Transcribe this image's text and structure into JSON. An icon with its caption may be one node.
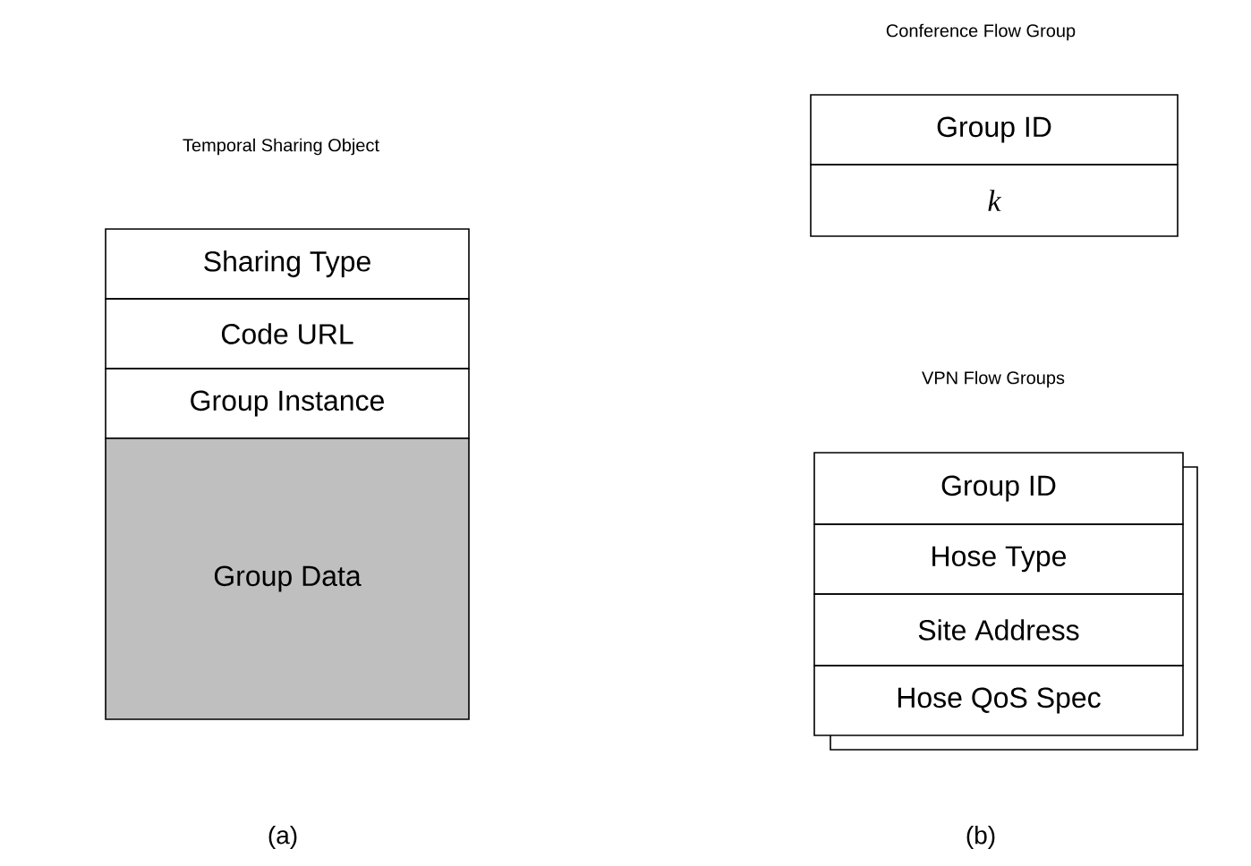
{
  "diagram": {
    "nodes": [
      {
        "text": [
          "Sharing Type"
        ]
      },
      {
        "text": [
          "Code URL"
        ]
      },
      {
        "text": [
          "Group Instance"
        ]
      },
      {
        "text": [
          "Group Data"
        ]
      },
      {
        "text": [
          "Group ID"
        ]
      },
      {
        "text": [
          "k"
        ]
      },
      {
        "text": [
          "Group ID"
        ]
      },
      {
        "text": [
          "Hose Type"
        ]
      },
      {
        "text": [
          "Site Address"
        ]
      },
      {
        "text": [
          "Hose QoS Spec"
        ]
      }
    ],
    "edges": [],
    "labels": [
      "Temporal Sharing Object",
      "Conference Flow Group",
      "VPN Flow Groups",
      "(a)",
      "(b)"
    ]
  }
}
